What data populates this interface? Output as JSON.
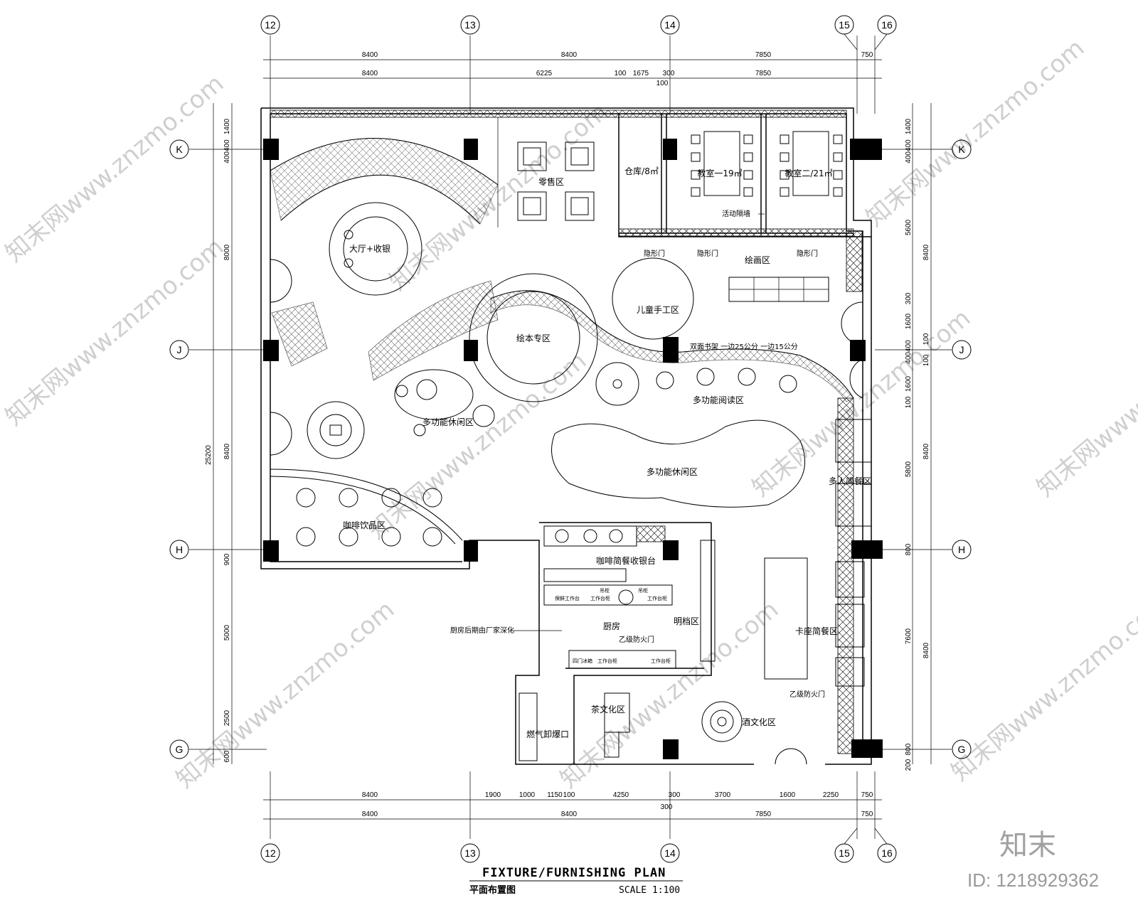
{
  "drawing": {
    "title": "FIXTURE/FURNISHING PLAN",
    "subtitle": "平面布置图",
    "scale": "SCALE 1:100"
  },
  "grid": {
    "columns": [
      "12",
      "13",
      "14",
      "15",
      "16"
    ],
    "rows": [
      "K",
      "J",
      "H",
      "G"
    ]
  },
  "dimensions": {
    "top_row1": [
      "8400",
      "8400",
      "7850",
      "750"
    ],
    "top_row2": [
      "8400",
      "6225",
      "100",
      "1675",
      "300",
      "7850"
    ],
    "top_row2_extra": "100",
    "bottom_row1": [
      "8400",
      "1900",
      "1000",
      "1150",
      "100",
      "4250",
      "300",
      "3700",
      "1600",
      "2250",
      "750"
    ],
    "bottom_row1_extra": "300",
    "bottom_row2": [
      "8400",
      "8400",
      "7850",
      "750"
    ],
    "left": [
      "1400",
      "400400",
      "8000",
      "8400",
      "900",
      "5000",
      "2500",
      "600"
    ],
    "left_total": "25200",
    "right_inner": [
      "1400",
      "400400",
      "5600",
      "300",
      "1600",
      "400400",
      "1600",
      "100",
      "5800",
      "800",
      "7600",
      "800",
      "200"
    ],
    "right_outer": [
      "8400",
      "8400",
      "8400"
    ],
    "right_small": [
      "100",
      "100"
    ]
  },
  "zones": {
    "lobby": "大厅+收银",
    "retail": "零售区",
    "storage": "仓库/8㎡",
    "classroom1": "教室一19㎡",
    "classroom2": "教室二/21㎡",
    "partition": "活动隔墙",
    "hidden_door1": "隐形门",
    "hidden_door2": "隐形门",
    "hidden_door3": "隐形门",
    "painting": "绘画区",
    "kids_craft": "儿童手工区",
    "picture_books": "绘本专区",
    "bookshelf_note": "双面书架  一边25公分  一边15公分",
    "leisure_small": "多功能休闲区",
    "reading": "多功能阅读区",
    "leisure_large": "多功能休闲区",
    "group_dining": "多人简餐区",
    "coffee_drinks": "咖啡饮品区",
    "cashier": "咖啡简餐收银台",
    "kitchen": "厨房",
    "kitchen_note": "厨房后期由厂家深化",
    "fire_door_b": "乙级防火门",
    "open_stall": "明档区",
    "booth_dining": "卡座简餐区",
    "fire_door_b2": "乙级防火门",
    "tea_culture": "茶文化区",
    "wine_culture": "酒文化区",
    "gas_vent": "燃气卸爆口"
  },
  "kitchen_fixtures": {
    "hanging_cabinet1": "吊柜",
    "hanging_cabinet2": "吊柜",
    "fresh_station": "保鲜工作台",
    "work_station1": "工作台柜",
    "work_station2": "工作台柜",
    "sink": "四门冰箱",
    "work_station3": "工作台柜",
    "work_station4": "工作台柜"
  },
  "watermark": {
    "text": "知末网www.znzmo.com",
    "brand": "知末",
    "id": "ID: 1218929362"
  }
}
